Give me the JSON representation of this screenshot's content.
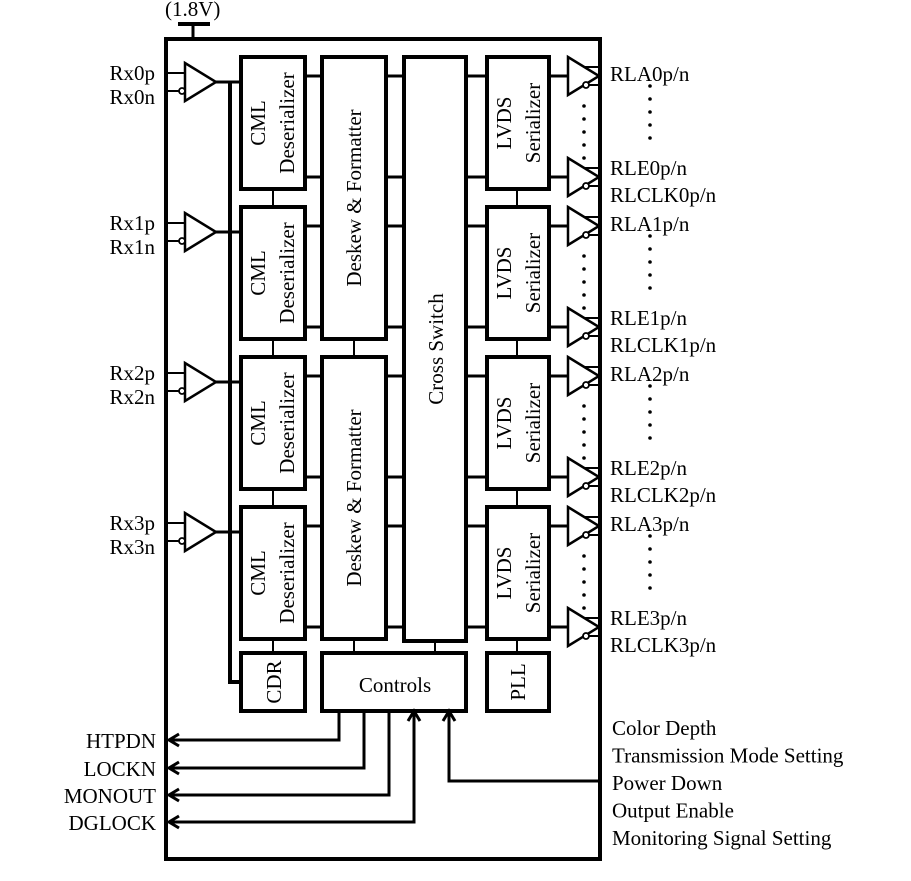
{
  "supply": {
    "label": "(1.8V)"
  },
  "inputs": [
    {
      "p": "Rx0p",
      "n": "Rx0n"
    },
    {
      "p": "Rx1p",
      "n": "Rx1n"
    },
    {
      "p": "Rx2p",
      "n": "Rx2n"
    },
    {
      "p": "Rx3p",
      "n": "Rx3n"
    }
  ],
  "deserializers": [
    {
      "line1": "CML",
      "line2": "Deserializer"
    },
    {
      "line1": "CML",
      "line2": "Deserializer"
    },
    {
      "line1": "CML",
      "line2": "Deserializer"
    },
    {
      "line1": "CML",
      "line2": "Deserializer"
    }
  ],
  "formatters": [
    {
      "label": "Deskew & Formatter"
    },
    {
      "label": "Deskew & Formatter"
    }
  ],
  "cross_switch": {
    "label": "Cross Switch"
  },
  "serializers": [
    {
      "line1": "LVDS",
      "line2": "Serializer"
    },
    {
      "line1": "LVDS",
      "line2": "Serializer"
    },
    {
      "line1": "LVDS",
      "line2": "Serializer"
    },
    {
      "line1": "LVDS",
      "line2": "Serializer"
    }
  ],
  "outputs": [
    {
      "first": "RLA0p/n",
      "last": "RLE0p/n",
      "clk": "RLCLK0p/n"
    },
    {
      "first": "RLA1p/n",
      "last": "RLE1p/n",
      "clk": "RLCLK1p/n"
    },
    {
      "first": "RLA2p/n",
      "last": "RLE2p/n",
      "clk": "RLCLK2p/n"
    },
    {
      "first": "RLA3p/n",
      "last": "RLE3p/n",
      "clk": "RLCLK3p/n"
    }
  ],
  "cdr": {
    "label": "CDR"
  },
  "controls": {
    "label": "Controls"
  },
  "pll": {
    "label": "PLL"
  },
  "status_outputs": [
    "HTPDN",
    "LOCKN",
    "MONOUT",
    "DGLOCK"
  ],
  "control_inputs": [
    "Color Depth",
    "Transmission Mode Setting",
    "Power Down",
    "Output Enable",
    "Monitoring Signal Setting"
  ]
}
